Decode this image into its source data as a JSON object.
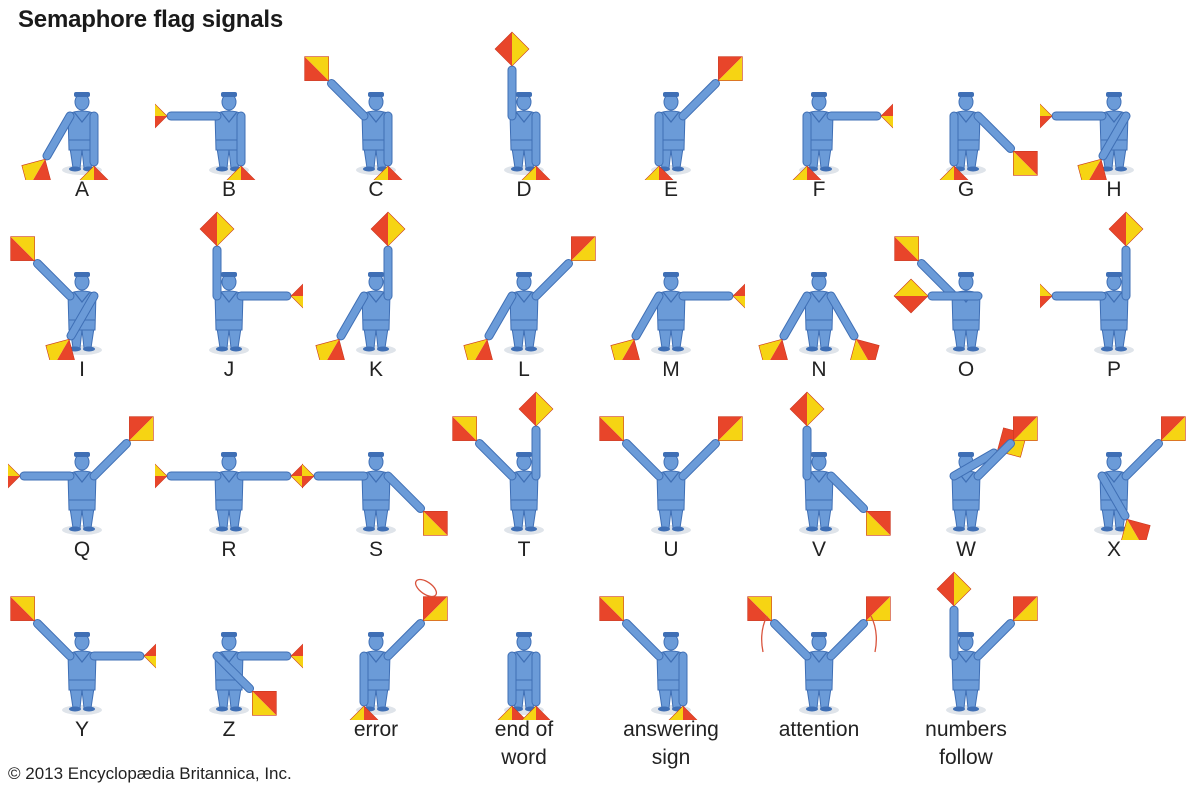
{
  "title": "Semaphore flag signals",
  "copyright": "© 2013 Encyclopædia Britannica, Inc.",
  "colors": {
    "figure": "#6b9bd8",
    "figure_dark": "#3f6fb5",
    "flag_red": "#e8452a",
    "flag_yellow": "#f6d413",
    "arrow": "#d9533c",
    "shadow": "#dfe4ea"
  },
  "signals": [
    {
      "label": "A",
      "arms": [
        30,
        0
      ]
    },
    {
      "label": "B",
      "arms": [
        90,
        0
      ]
    },
    {
      "label": "C",
      "arms": [
        135,
        0
      ]
    },
    {
      "label": "D",
      "arms": [
        180,
        0
      ]
    },
    {
      "label": "E",
      "arms": [
        0,
        225
      ]
    },
    {
      "label": "F",
      "arms": [
        0,
        270
      ]
    },
    {
      "label": "G",
      "arms": [
        0,
        315
      ]
    },
    {
      "label": "H",
      "arms": [
        90,
        30
      ]
    },
    {
      "label": "I",
      "arms": [
        135,
        30
      ]
    },
    {
      "label": "J",
      "arms": [
        180,
        270
      ]
    },
    {
      "label": "K",
      "arms": [
        30,
        180
      ]
    },
    {
      "label": "L",
      "arms": [
        30,
        225
      ]
    },
    {
      "label": "M",
      "arms": [
        30,
        270
      ]
    },
    {
      "label": "N",
      "arms": [
        30,
        330
      ]
    },
    {
      "label": "O",
      "arms": [
        135,
        90
      ]
    },
    {
      "label": "P",
      "arms": [
        90,
        180
      ]
    },
    {
      "label": "Q",
      "arms": [
        90,
        225
      ]
    },
    {
      "label": "R",
      "arms": [
        90,
        270
      ]
    },
    {
      "label": "S",
      "arms": [
        90,
        315
      ]
    },
    {
      "label": "T",
      "arms": [
        135,
        180
      ]
    },
    {
      "label": "U",
      "arms": [
        135,
        225
      ]
    },
    {
      "label": "V",
      "arms": [
        180,
        315
      ]
    },
    {
      "label": "W",
      "arms": [
        240,
        225
      ]
    },
    {
      "label": "X",
      "arms": [
        330,
        225
      ]
    },
    {
      "label": "Y",
      "arms": [
        135,
        270
      ]
    },
    {
      "label": "Z",
      "arms": [
        315,
        270
      ]
    },
    {
      "label": "error",
      "arms": [
        0,
        225
      ],
      "note": "waving"
    },
    {
      "label": "end of word",
      "arms": [
        0,
        0
      ]
    },
    {
      "label": "answering sign",
      "arms": [
        135,
        0
      ]
    },
    {
      "label": "attention",
      "arms": [
        135,
        225
      ],
      "note": "waving"
    },
    {
      "label": "numbers follow",
      "arms": [
        180,
        225
      ]
    }
  ]
}
